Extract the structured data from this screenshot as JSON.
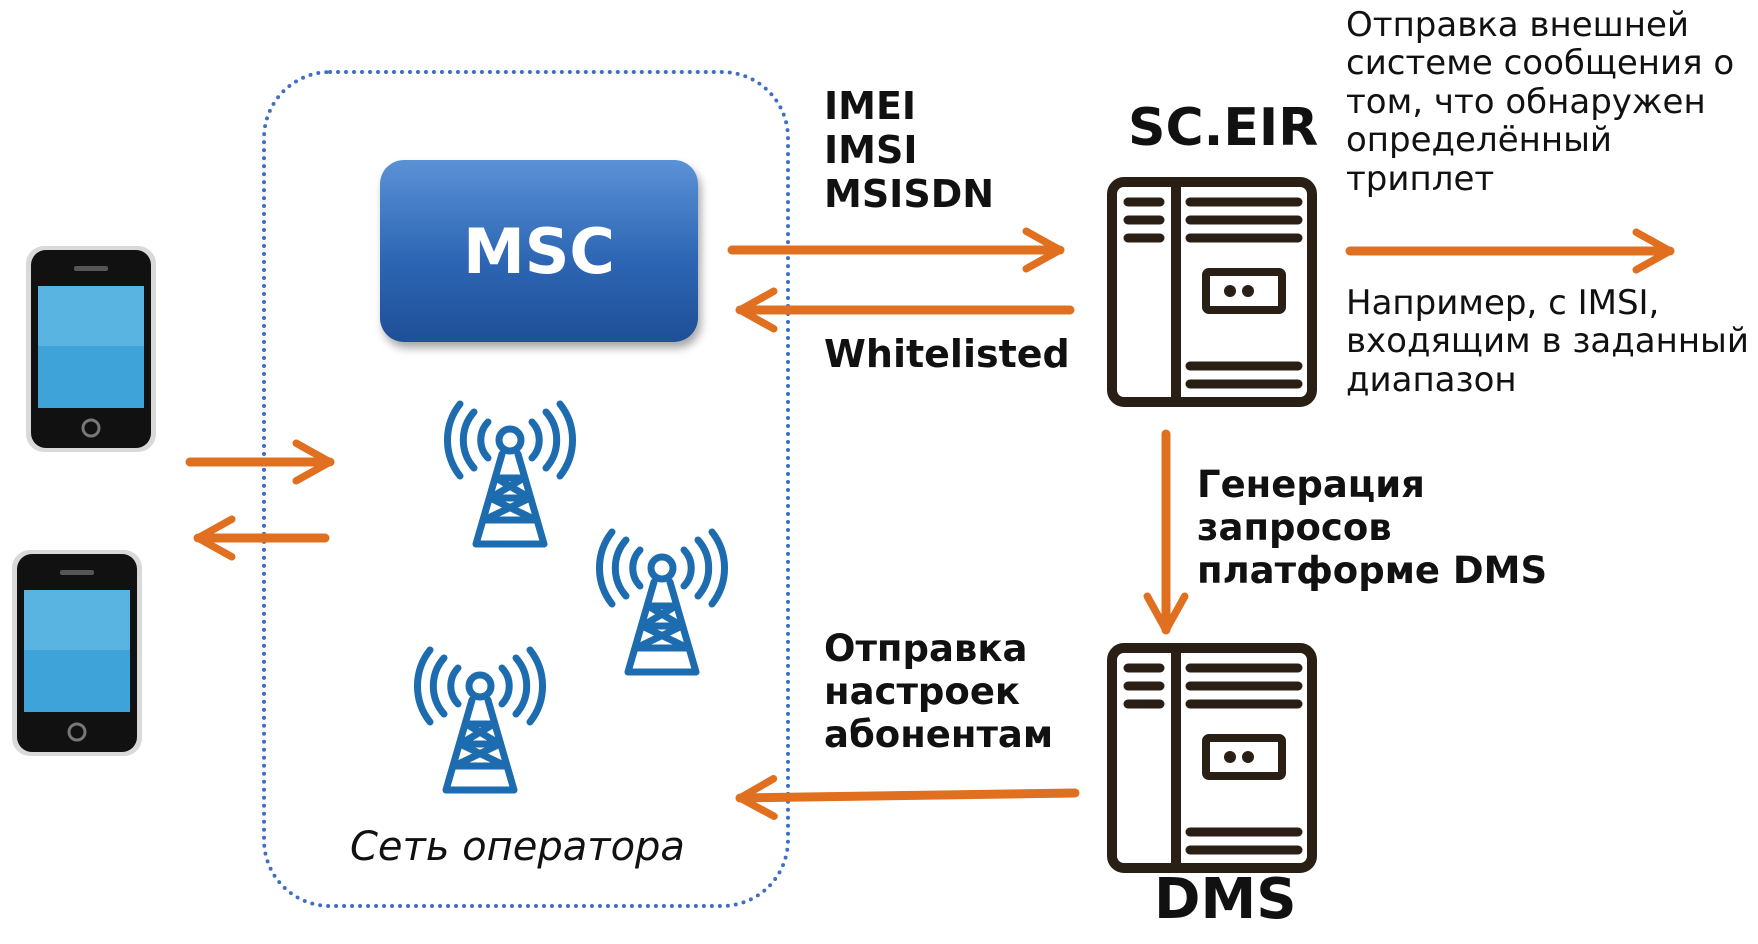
{
  "colors": {
    "arrow": "#e07020",
    "network_border": "#3f6fc1",
    "tower": "#1e6cb0",
    "server_stroke": "#2a1f14",
    "msc_fill": "#2d66b4"
  },
  "icons": {
    "phone": "smartphone-icon",
    "tower": "cell-tower-icon",
    "server": "server-icon"
  },
  "msc": {
    "label": "MSC"
  },
  "network": {
    "caption": "Сеть оператора"
  },
  "sceir": {
    "title": "SC.EIR"
  },
  "dms": {
    "title": "DMS"
  },
  "msc_to_sceir": {
    "lines": [
      "IMEI",
      "IMSI",
      "MSISDN"
    ]
  },
  "sceir_to_msc": {
    "label": "Whitelisted"
  },
  "sceir_to_dms": {
    "lines": [
      "Генерация",
      "запросов",
      "платформе DMS"
    ]
  },
  "dms_to_network": {
    "lines": [
      "Отправка",
      "настроек",
      "абонентам"
    ]
  },
  "external": {
    "top_lines": [
      "Отправка внешней",
      "системе сообщения о",
      "том, что обнаружен",
      "определённый",
      "триплет"
    ],
    "bottom_lines": [
      "Например, с IMSI,",
      "входящим в заданный",
      "диапазон"
    ]
  }
}
